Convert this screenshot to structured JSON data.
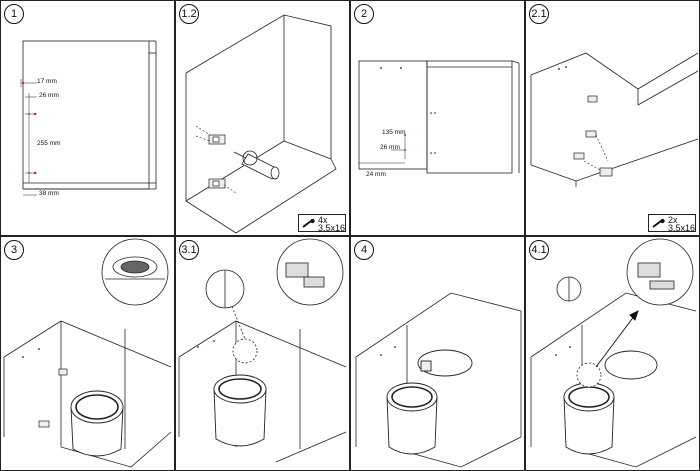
{
  "panels": [
    {
      "step": "1"
    },
    {
      "step": "1.2"
    },
    {
      "step": "2"
    },
    {
      "step": "2.1"
    },
    {
      "step": "3"
    },
    {
      "step": "3.1"
    },
    {
      "step": "4"
    },
    {
      "step": "4.1"
    }
  ],
  "dimensions_step1": {
    "d1": "17 mm",
    "d2": "26 mm",
    "d3": "255 mm",
    "d4": "38 mm"
  },
  "dimensions_step2": {
    "d1": "135 mm",
    "d2": "26 mm",
    "d3": "24 mm"
  },
  "screw_badges": {
    "step_1_2": {
      "qty": "4x",
      "size": "3,5x16"
    },
    "step_2_1": {
      "qty": "2x",
      "size": "3,5x16"
    }
  }
}
